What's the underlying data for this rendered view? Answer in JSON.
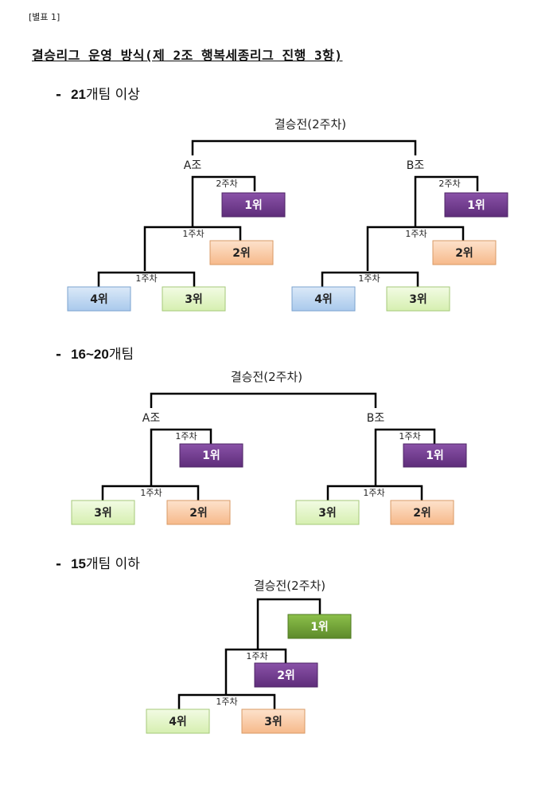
{
  "attachment_label": "[별표 1]",
  "title": "결승리그 운영 방식(제 2조 행복세종리그 진행 3항)",
  "sections": [
    {
      "dash": "-",
      "number": "21",
      "suffix": "개팀 이상"
    },
    {
      "dash": "-",
      "number": "16~20",
      "suffix": "개팀"
    },
    {
      "dash": "-",
      "number": "15",
      "suffix": "개팀 이하"
    }
  ],
  "labels": {
    "final": "결승전(2주차)",
    "group_a": "A조",
    "group_b": "B조",
    "week1": "1주차",
    "week2": "2주차"
  },
  "ranks": {
    "r1": "1위",
    "r2": "2위",
    "r3": "3위",
    "r4": "4위"
  },
  "colors": {
    "rank1_purple": "#7a3f96",
    "rank1_green": "#77a836",
    "rank2_orange": "#f8c9a4",
    "rank3_green": "#e4f5c8",
    "rank4_blue": "#c3daf3"
  }
}
